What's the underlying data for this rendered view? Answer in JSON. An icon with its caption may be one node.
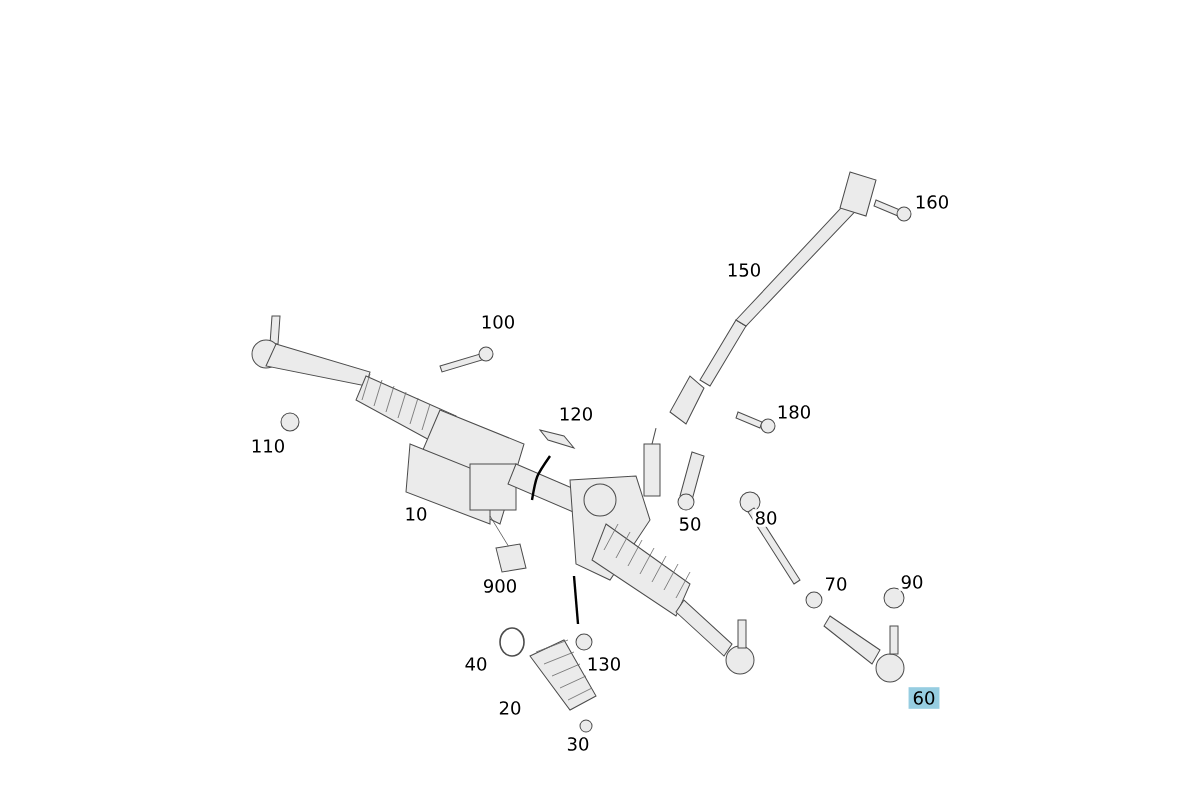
{
  "diagram": {
    "labels": [
      "160",
      "150",
      "100",
      "180",
      "110",
      "120",
      "10",
      "50",
      "80",
      "900",
      "70",
      "90",
      "40",
      "130",
      "20",
      "60",
      "30"
    ]
  }
}
